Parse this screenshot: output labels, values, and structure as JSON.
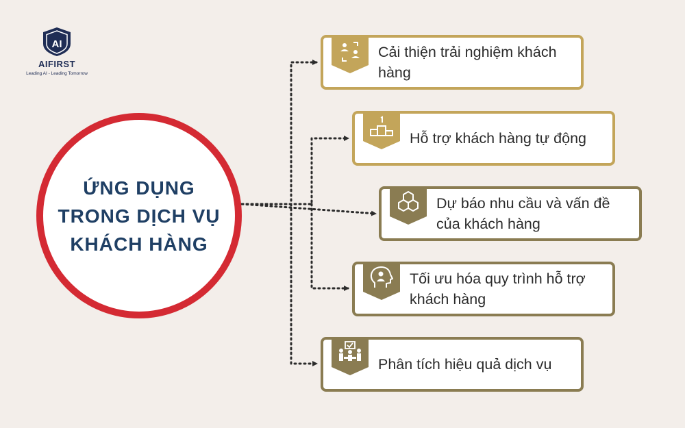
{
  "logo": {
    "mark": "AI",
    "name": "AIFIRST",
    "tagline": "Leading AI - Leading Tomorrow"
  },
  "hub": {
    "title": "ỨNG DỤNG\nTRONG DỊCH VỤ\nKHÁCH HÀNG"
  },
  "colors": {
    "background": "#f3eeea",
    "hub_ring": "#d42a33",
    "hub_text": "#1f3f64",
    "gold": "#c3a55a",
    "olive": "#8a7c52"
  },
  "items": [
    {
      "label": "Cải thiện trải nghiệm khách hàng",
      "icon": "user-swap-icon"
    },
    {
      "label": "Hỗ trợ khách hàng tự động",
      "icon": "podium-icon"
    },
    {
      "label": "Dự báo nhu cầu và vấn đề của khách hàng",
      "icon": "cubes-icon"
    },
    {
      "label": "Tối ưu hóa quy trình hỗ trợ khách hàng",
      "icon": "head-user-icon"
    },
    {
      "label": "Phân tích hiệu quả dịch vụ",
      "icon": "team-presentation-icon"
    }
  ]
}
